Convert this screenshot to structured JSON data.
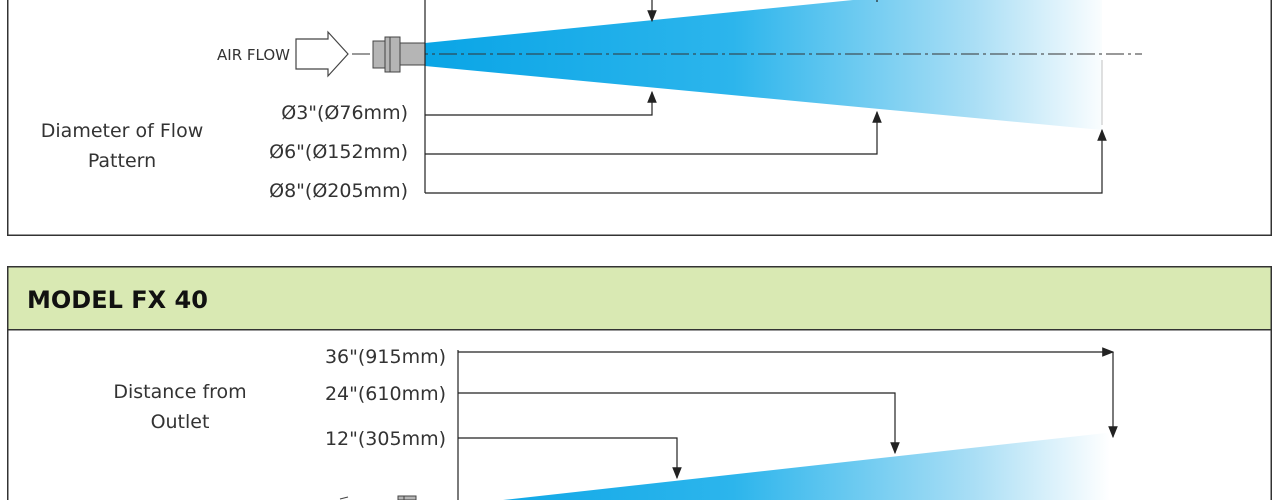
{
  "top_panel": {
    "air_flow_label": "AIR FLOW",
    "section_label_line1": "Diameter of Flow",
    "section_label_line2": "Pattern",
    "diameters": [
      "Ø3\"(Ø76mm)",
      "Ø6\"(Ø152mm)",
      "Ø8\"(Ø205mm)"
    ]
  },
  "bottom_panel": {
    "title": "MODEL FX 40",
    "section_label_line1": "Distance from",
    "section_label_line2": "Outlet",
    "distances": [
      "36\"(915mm)",
      "24\"(610mm)",
      "12\"(305mm)"
    ]
  },
  "colors": {
    "header_bg": "#d9e9b3",
    "flow": "#0aa5e6",
    "line": "#222222"
  }
}
